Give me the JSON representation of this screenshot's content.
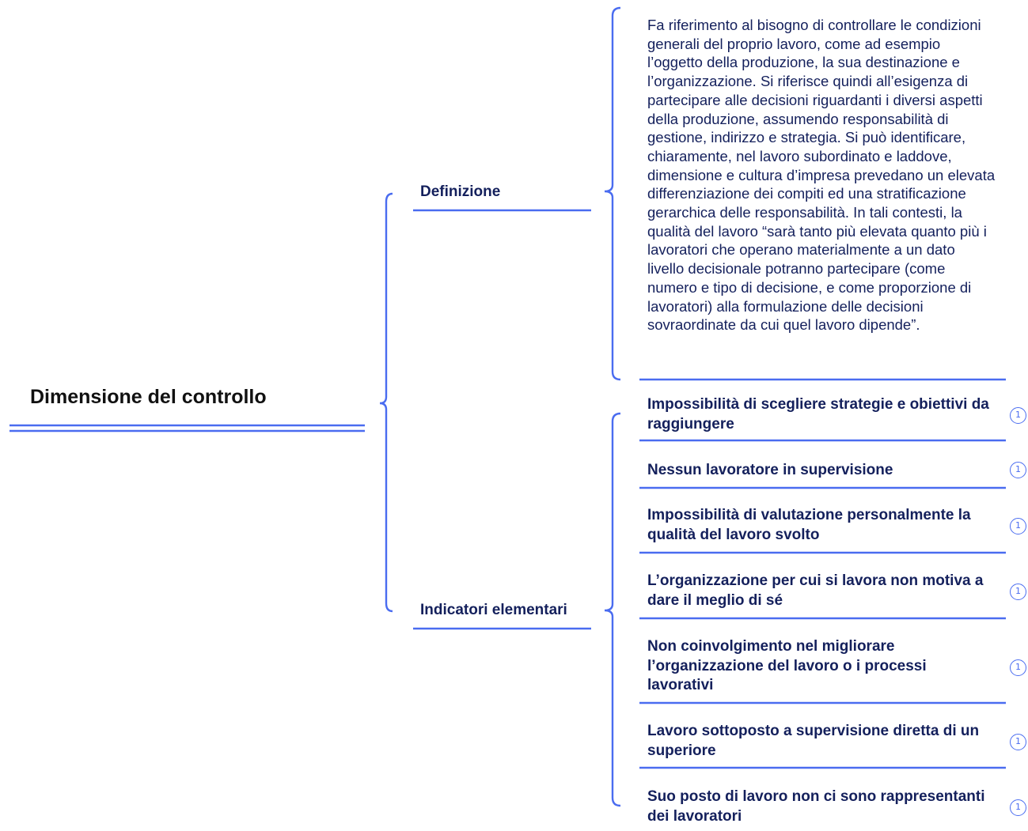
{
  "root": {
    "title": "Dimensione del controllo"
  },
  "branches": {
    "definition": {
      "label": "Definizione",
      "text": "Fa riferimento al bisogno di controllare le condizioni generali del proprio lavoro, come ad esempio l’oggetto della produzione, la sua destinazione e l’organizzazione. Si riferisce quindi all’esigenza di partecipare alle decisioni riguardanti i diversi aspetti della produzione, assumendo responsabilità di gestione, indirizzo e strategia. Si può identificare, chiaramente, nel lavoro subordinato e laddove, dimensione e cultura d’impresa prevedano un elevata differenziazione dei compiti ed una stratificazione gerarchica delle responsabilità. In tali contesti, la qualità del lavoro “sarà tanto più elevata quanto più i lavoratori che operano materialmente a un dato livello decisionale potranno partecipare (come numero e tipo di decisione, e come proporzione di lavoratori) alla formulazione delle decisioni sovraordinate da cui quel lavoro dipende”."
    },
    "indicators": {
      "label": "Indicatori elementari",
      "items": [
        {
          "text": "Impossibilità di scegliere strategie e obiettivi da raggiungere",
          "badge": "1"
        },
        {
          "text": "Nessun lavoratore in supervisione",
          "badge": "1"
        },
        {
          "text": "Impossibilità di valutazione personalmente la qualità del lavoro svolto",
          "badge": "1"
        },
        {
          "text": "L’organizzazione per cui si lavora non motiva a dare il meglio di sé",
          "badge": "1"
        },
        {
          "text": "Non coinvolgimento nel migliorare l’organizzazione del lavoro o i processi lavorativi",
          "badge": "1"
        },
        {
          "text": "Lavoro sottoposto a supervisione diretta di un superiore",
          "badge": "1"
        },
        {
          "text": "Suo posto di lavoro non ci sono rappresentanti dei lavoratori",
          "badge": "1"
        }
      ]
    }
  },
  "colors": {
    "accent": "#4a6cf0",
    "text_dark": "#14205c",
    "root_text": "#111111"
  }
}
